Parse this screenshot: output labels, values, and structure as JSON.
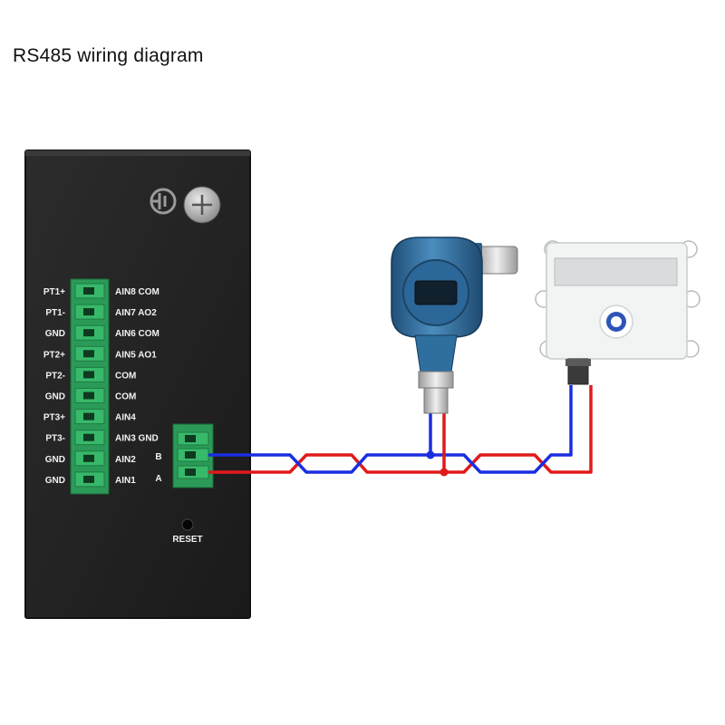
{
  "title": "RS485 wiring diagram",
  "controller": {
    "left_labels": [
      "PT1+",
      "PT1-",
      "GND",
      "PT2+",
      "PT2-",
      "GND",
      "PT3+",
      "PT3-",
      "GND",
      "GND"
    ],
    "right_labels": [
      "AIN8 COM",
      "AIN7 AO2",
      "AIN6 COM",
      "AIN5 AO1",
      "COM",
      "COM",
      "AIN4",
      "AIN3 GND",
      "AIN2",
      "AIN1"
    ],
    "rs485_labels": [
      "B",
      "A"
    ],
    "reset_label": "RESET"
  },
  "devices": [
    "pressure-transmitter",
    "wall-mounted-sensor"
  ],
  "colors": {
    "case": "#222222",
    "terminal": "#2fa860",
    "wire_b": "#1a2ee0",
    "wire_a": "#e01a1a",
    "transmitter": "#2f6fa0",
    "sensor_body": "#f2f4f4"
  }
}
